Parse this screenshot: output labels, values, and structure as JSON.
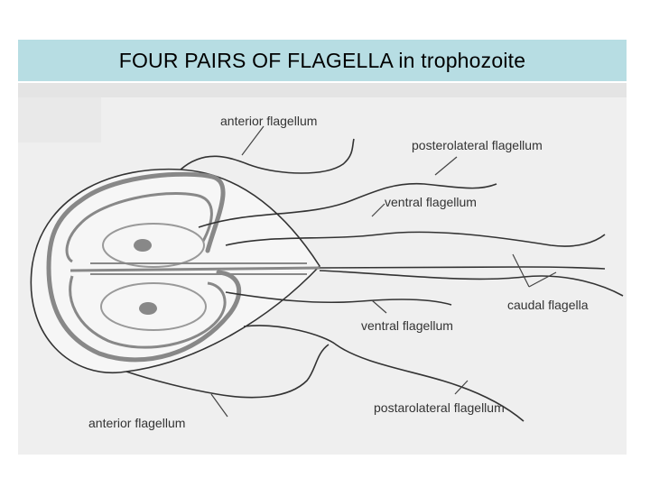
{
  "slide": {
    "title": "FOUR PAIRS OF FLAGELLA in trophozoite"
  },
  "diagram": {
    "labels": {
      "anterior_top": "anterior flagellum",
      "posterolateral_top": "posterolateral flagellum",
      "ventral_top": "ventral flagellum",
      "caudal": "caudal flagella",
      "ventral_bottom": "ventral flagellum",
      "postarolateral_bottom": "postarolateral flagellum",
      "anterior_bottom": "anterior flagellum"
    },
    "colors": {
      "title_bar": "#b7dde3",
      "figure_bg": "#efefef",
      "structure": "#888888",
      "outline": "#333333"
    }
  }
}
